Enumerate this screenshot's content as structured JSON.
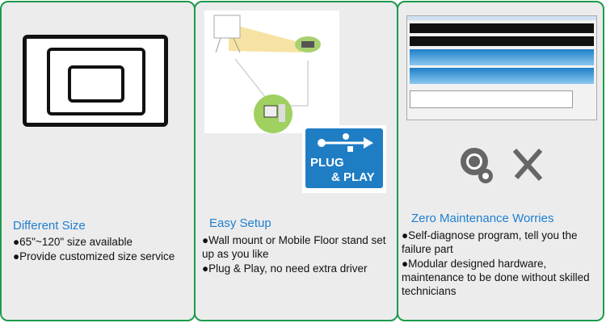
{
  "panels": [
    {
      "title": "Different Size",
      "bullets": [
        "●65\"~120\" size available",
        "●Provide customized size service"
      ]
    },
    {
      "title": "Easy Setup",
      "bullets": [
        "●Wall mount or Mobile Floor stand set up as you like",
        "●Plug & Play, no need extra driver"
      ],
      "badge": {
        "line1": "PLUG",
        "line2": "& PLAY"
      }
    },
    {
      "title": "Zero Maintenance Worries",
      "bullets": [
        "●Self-diagnose program, tell you the failure part",
        "●Modular designed hardware, maintenance to be done without skilled technicians"
      ]
    }
  ],
  "colors": {
    "border": "#1e9a4c",
    "title": "#1e7fd0",
    "badge": "#1f7dc4"
  }
}
